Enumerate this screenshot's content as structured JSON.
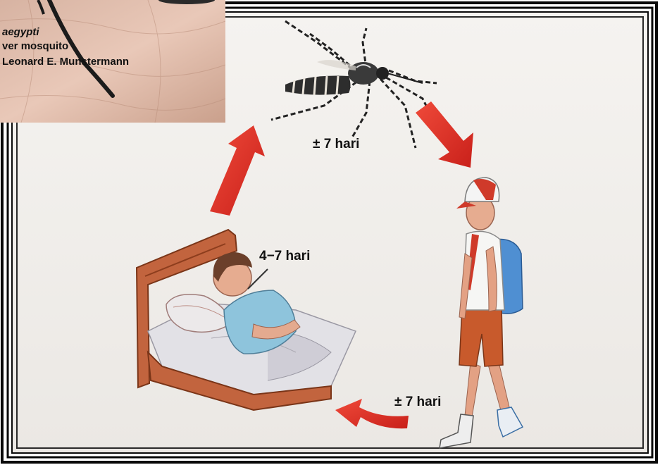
{
  "labels": {
    "mosquito_to_host": "± 7 hari",
    "sick_period": "4−7 hari",
    "host_to_sick": "± 7 hari"
  },
  "photo_caption": {
    "line1": "aegypti",
    "line2": "ver mosquito",
    "line3": "Leonard E. Munstermann"
  },
  "colors": {
    "frame": "#0a0a0a",
    "paper": "#f3f1ee",
    "arrow": "#d9261c",
    "skin": "#e9b9a4",
    "bed_wood": "#c2643e"
  }
}
